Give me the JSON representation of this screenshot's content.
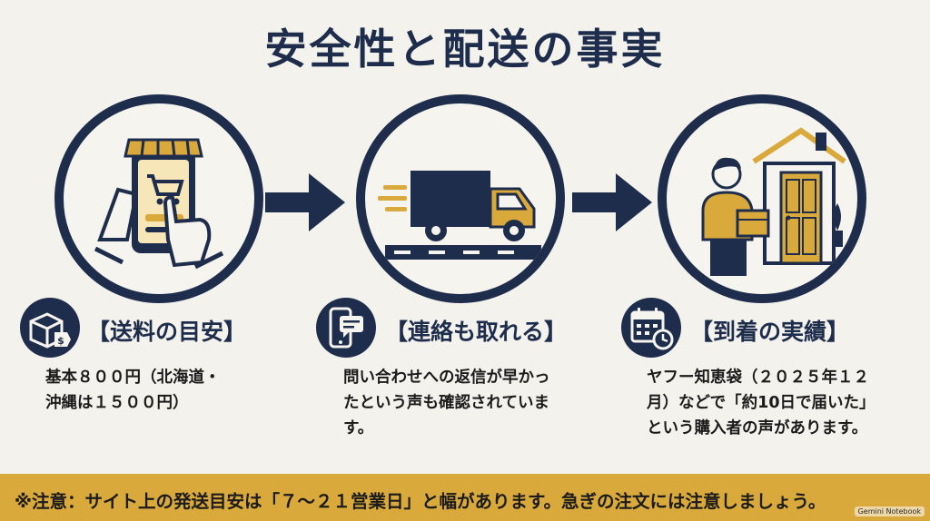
{
  "title": "安全性と配送の事実",
  "sections": [
    {
      "heading": "【送料の目安】",
      "lines": [
        "基本８００円（北海道・",
        "沖縄は１５００円）"
      ],
      "badge_icon": "box-price-tag-icon",
      "illustration": "phone-shopping-icon"
    },
    {
      "heading": "【連絡も取れる】",
      "lines": [
        "問い合わせへの返信が早かっ",
        "たという声も確認されていま",
        "す。"
      ],
      "badge_icon": "phone-message-icon",
      "illustration": "delivery-truck-icon"
    },
    {
      "heading": "【到着の実績】",
      "lines": [
        "ヤフー知恵袋（２０２５年１２",
        "月）などで「約10日で届いた」",
        "という購入者の声があります。"
      ],
      "badge_icon": "calendar-clock-icon",
      "illustration": "delivery-person-house-icon"
    }
  ],
  "notice": "※注意：サイト上の発送目安は「７～２１営業日」と幅があります。急ぎの注文には注意しましょう。",
  "watermark": "Gemini Notebook",
  "colors": {
    "navy": "#1f2d4c",
    "gold": "#d9a93c",
    "background": "#f4f2ec"
  }
}
